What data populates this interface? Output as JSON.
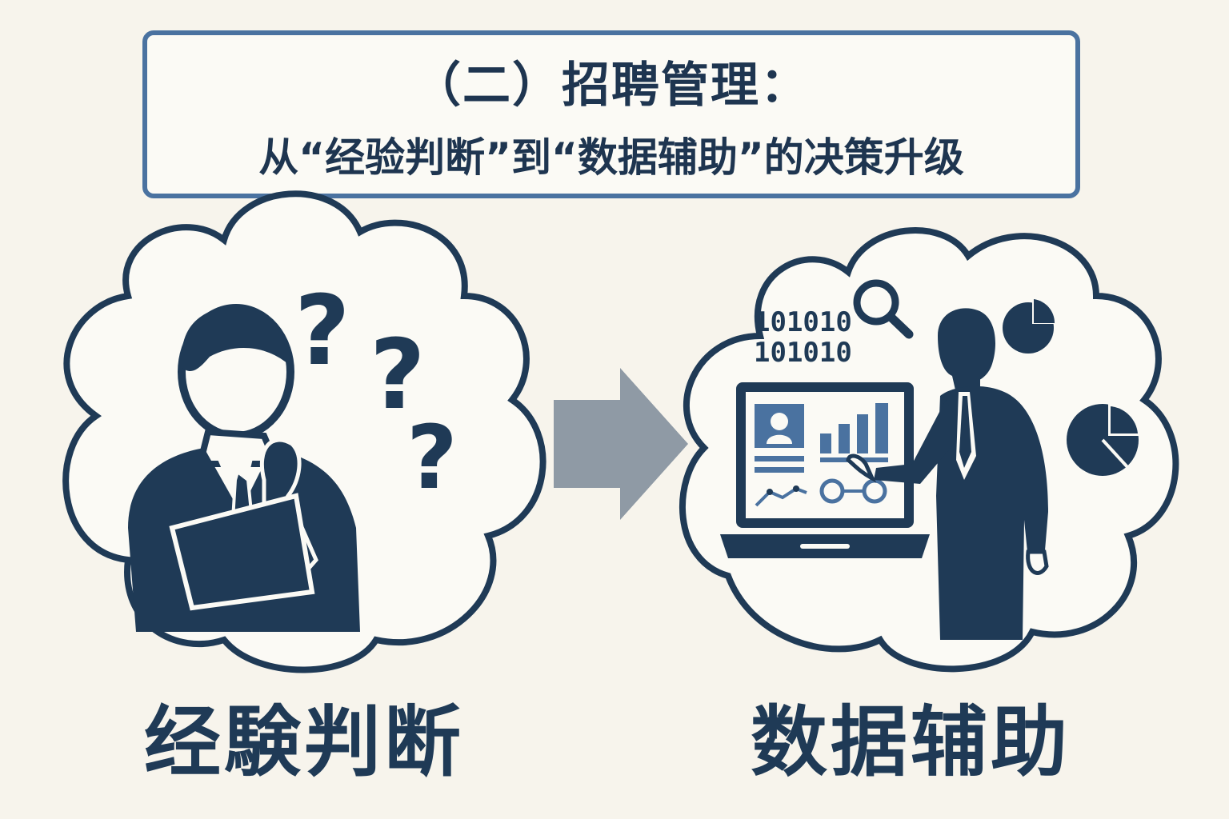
{
  "title": {
    "line1": "（二）招聘管理：",
    "line2": "从“经验判断”到“数据辅助”的决策升级"
  },
  "left": {
    "caption": "经験判断",
    "icons": [
      "question-mark",
      "question-mark",
      "question-mark"
    ]
  },
  "right": {
    "caption": "数据辅助",
    "binary_lines": [
      "101010",
      "101010"
    ],
    "icons": [
      "magnifier-icon",
      "pie-chart-icon",
      "pie-chart-icon",
      "laptop-icon",
      "person-icon",
      "bar-chart-icon"
    ]
  },
  "colors": {
    "primary": "#1f3a56",
    "frame": "#4a72a0",
    "arrow": "#8f9aa5",
    "background": "#f7f4ec"
  }
}
